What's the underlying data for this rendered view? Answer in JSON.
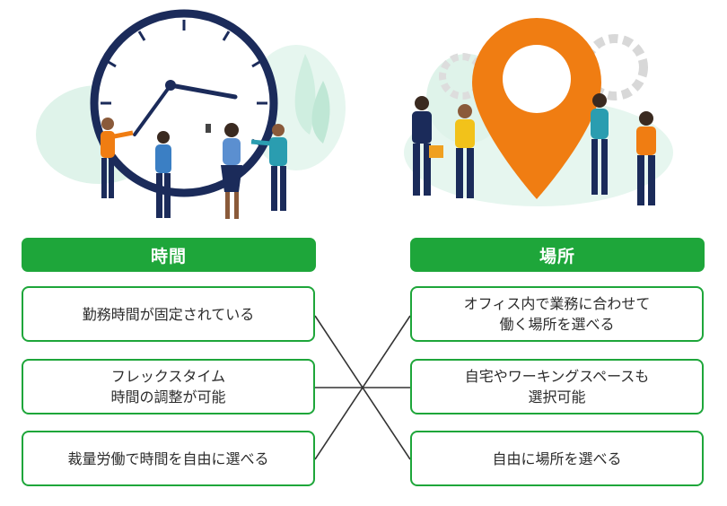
{
  "headers": {
    "left": "時間",
    "right": "場所"
  },
  "left_items": [
    "勤務時間が固定されている",
    "フレックスタイム\n時間の調整が可能",
    "裁量労働で時間を自由に選べる"
  ],
  "right_items": [
    "オフィス内で業務に合わせて\n働く場所を選べる",
    "自宅やワーキングスペースも\n選択可能",
    "自由に場所を選べる"
  ],
  "colors": {
    "green": "#1ea63a",
    "orange": "#f07d12",
    "navy": "#1b2b5a"
  },
  "illustrations": {
    "left": "clock-with-people-illustration",
    "right": "map-pin-with-people-illustration"
  }
}
